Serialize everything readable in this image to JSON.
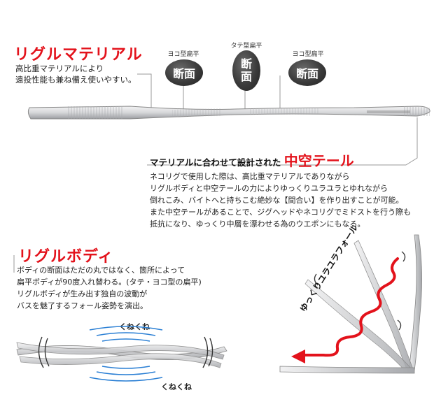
{
  "material": {
    "title": "リグルマテリアル",
    "lines": [
      "高比重マテリアルにより",
      "遠投性能も兼ね備え使いやすい。"
    ]
  },
  "cross_sections": [
    {
      "label": "ヨコ型扁平",
      "text": "断面"
    },
    {
      "label": "タテ型扁平",
      "text_top": "断",
      "text_bottom": "面"
    },
    {
      "label": "ヨコ型扁平",
      "text": "断面"
    }
  ],
  "hollow_tail": {
    "title_prefix": "マテリアルに合わせて設計された",
    "title_emphasis": "中空テール",
    "lines": [
      "ネコリグで使用した際は、高比重マテリアルでありながら",
      "リグルボディと中空テールの力によりゆっくりユラユラとゆれながら",
      "倒れこみ、バイトへと持ちこむ絶妙な【間合い】を作り出すことが可能。",
      "また中空テールがあることで、ジグヘッドやネコリグでミドストを行う際も",
      "抵抗になり、ゆっくり中層を漂わせる為のウエポンにもなる。"
    ]
  },
  "body": {
    "title": "リグルボディ",
    "lines": [
      "ボディの断面はただの丸ではなく、箇所によって",
      "扁平ボディが90度入れ替わる。(タテ・ヨコ型の扁平)",
      "リグルボディが生み出す独自の波動が",
      "バスを魅了するフォール姿勢を演出。"
    ],
    "kune_top": "くねくね",
    "kune_bottom": "くねくね"
  },
  "fall": {
    "label": "ゆっくりユラユラフォール"
  },
  "colors": {
    "accent": "#e3121b",
    "wave": "#2a7fd4",
    "worm": "#d9dadc"
  }
}
